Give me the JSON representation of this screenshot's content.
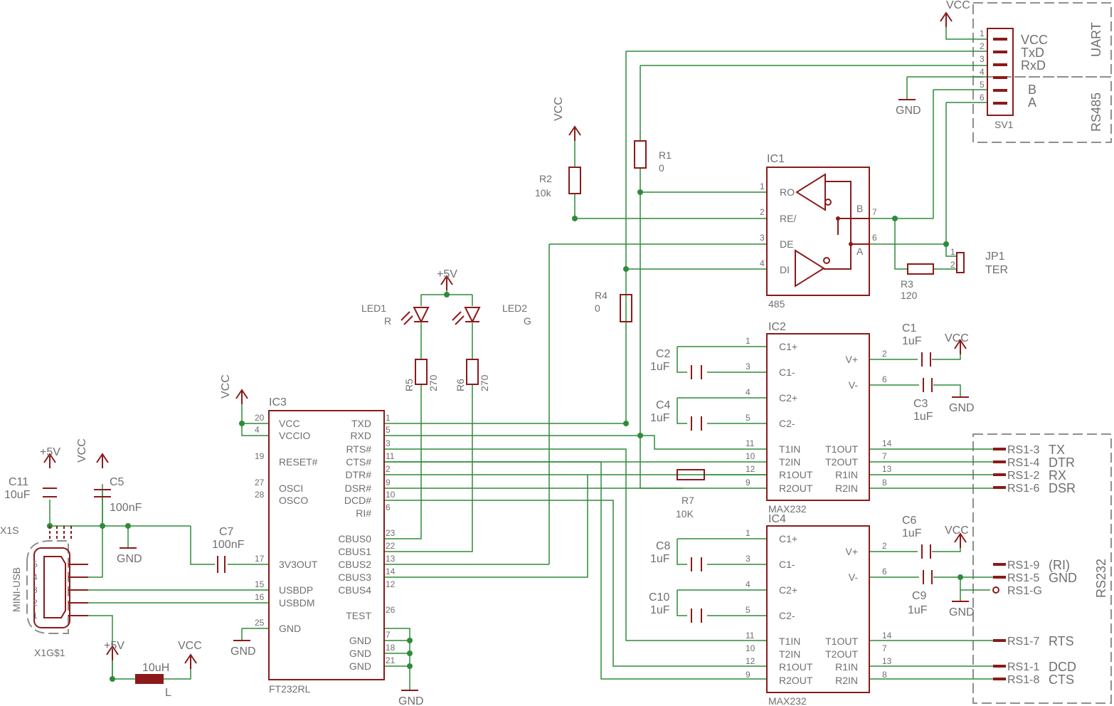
{
  "connector_x1": {
    "ref": "X1S",
    "name": "X1G$1",
    "type": "MINI-USB",
    "pins": [
      "5",
      "4",
      "3",
      "2",
      "1"
    ]
  },
  "ic3": {
    "ref": "IC3",
    "part": "FT232RL",
    "left_pins": [
      {
        "num": "20",
        "name": "VCC"
      },
      {
        "num": "4",
        "name": "VCCIO"
      },
      {
        "num": "19",
        "name": "RESET#"
      },
      {
        "num": "27",
        "name": "OSCI"
      },
      {
        "num": "28",
        "name": "OSCO"
      },
      {
        "num": "17",
        "name": "3V3OUT"
      },
      {
        "num": "15",
        "name": "USBDP"
      },
      {
        "num": "16",
        "name": "USBDM"
      },
      {
        "num": "25",
        "name": "GND"
      }
    ],
    "right_pins": [
      {
        "num": "1",
        "name": "TXD"
      },
      {
        "num": "5",
        "name": "RXD"
      },
      {
        "num": "3",
        "name": "RTS#"
      },
      {
        "num": "11",
        "name": "CTS#"
      },
      {
        "num": "2",
        "name": "DTR#"
      },
      {
        "num": "9",
        "name": "DSR#"
      },
      {
        "num": "10",
        "name": "DCD#"
      },
      {
        "num": "6",
        "name": "RI#"
      },
      {
        "num": "23",
        "name": "CBUS0"
      },
      {
        "num": "22",
        "name": "CBUS1"
      },
      {
        "num": "13",
        "name": "CBUS2"
      },
      {
        "num": "14",
        "name": "CBUS3"
      },
      {
        "num": "12",
        "name": "CBUS4"
      },
      {
        "num": "26",
        "name": "TEST"
      },
      {
        "num": "7",
        "name": "GND"
      },
      {
        "num": "18",
        "name": "GND"
      },
      {
        "num": "21",
        "name": "GND"
      }
    ]
  },
  "ic1": {
    "ref": "IC1",
    "part": "485",
    "pins": [
      {
        "num": "1",
        "name": "RO"
      },
      {
        "num": "2",
        "name": "RE/"
      },
      {
        "num": "3",
        "name": "DE"
      },
      {
        "num": "4",
        "name": "DI"
      },
      {
        "num": "7",
        "name": "B"
      },
      {
        "num": "6",
        "name": "A"
      }
    ]
  },
  "ic2": {
    "ref": "IC2",
    "part": "MAX232",
    "left_pins": [
      {
        "num": "1",
        "name": "C1+"
      },
      {
        "num": "3",
        "name": "C1-"
      },
      {
        "num": "4",
        "name": "C2+"
      },
      {
        "num": "5",
        "name": "C2-"
      },
      {
        "num": "11",
        "name": "T1IN"
      },
      {
        "num": "10",
        "name": "T2IN"
      },
      {
        "num": "12",
        "name": "R1OUT"
      },
      {
        "num": "9",
        "name": "R2OUT"
      }
    ],
    "right_pins": [
      {
        "num": "2",
        "name": "V+"
      },
      {
        "num": "6",
        "name": "V-"
      },
      {
        "num": "14",
        "name": "T1OUT"
      },
      {
        "num": "7",
        "name": "T2OUT"
      },
      {
        "num": "13",
        "name": "R1IN"
      },
      {
        "num": "8",
        "name": "R2IN"
      }
    ]
  },
  "ic4": {
    "ref": "IC4",
    "part": "MAX232",
    "left_pins": [
      {
        "num": "1",
        "name": "C1+"
      },
      {
        "num": "3",
        "name": "C1-"
      },
      {
        "num": "4",
        "name": "C2+"
      },
      {
        "num": "5",
        "name": "C2-"
      },
      {
        "num": "11",
        "name": "T1IN"
      },
      {
        "num": "10",
        "name": "T2IN"
      },
      {
        "num": "12",
        "name": "R1OUT"
      },
      {
        "num": "9",
        "name": "R2OUT"
      }
    ],
    "right_pins": [
      {
        "num": "2",
        "name": "V+"
      },
      {
        "num": "6",
        "name": "V-"
      },
      {
        "num": "14",
        "name": "T1OUT"
      },
      {
        "num": "7",
        "name": "T2OUT"
      },
      {
        "num": "13",
        "name": "R1IN"
      },
      {
        "num": "8",
        "name": "R2IN"
      }
    ]
  },
  "sv1": {
    "ref": "SV1",
    "pins": [
      "1",
      "2",
      "3",
      "4",
      "5",
      "6"
    ],
    "signals": [
      "VCC",
      "TxD",
      "RxD",
      "B",
      "A"
    ],
    "frame_labels": [
      "UART",
      "RS485"
    ]
  },
  "rs232": {
    "frame_label": "RS232",
    "upper": [
      {
        "pin": "RS1-3",
        "signal": "TX"
      },
      {
        "pin": "RS1-4",
        "signal": "DTR"
      },
      {
        "pin": "RS1-2",
        "signal": "RX"
      },
      {
        "pin": "RS1-6",
        "signal": "DSR"
      }
    ],
    "middle": [
      {
        "pin": "RS1-9",
        "signal": "(RI)"
      },
      {
        "pin": "RS1-5",
        "signal": "GND"
      },
      {
        "pin": "RS1-G",
        "signal": ""
      }
    ],
    "lower": [
      {
        "pin": "RS1-7",
        "signal": "RTS"
      },
      {
        "pin": "RS1-1",
        "signal": "DCD"
      },
      {
        "pin": "RS1-8",
        "signal": "CTS"
      }
    ]
  },
  "components": {
    "R1": {
      "ref": "R1",
      "value": "0"
    },
    "R2": {
      "ref": "R2",
      "value": "10k"
    },
    "R3": {
      "ref": "R3",
      "value": "120"
    },
    "R4": {
      "ref": "R4",
      "value": "0"
    },
    "R5": {
      "ref": "R5",
      "value": "270"
    },
    "R6": {
      "ref": "R6",
      "value": "270"
    },
    "R7": {
      "ref": "R7",
      "value": "10K"
    },
    "JP1": {
      "ref": "JP1",
      "value": "TER",
      "pins": [
        "1",
        "2"
      ]
    },
    "LED1": {
      "ref": "LED1",
      "value": "R"
    },
    "LED2": {
      "ref": "LED2",
      "value": "G"
    },
    "C1": {
      "ref": "C1",
      "value": "1uF"
    },
    "C2": {
      "ref": "C2",
      "value": "1uF"
    },
    "C3": {
      "ref": "C3",
      "value": "1uF"
    },
    "C4": {
      "ref": "C4",
      "value": "1uF"
    },
    "C5": {
      "ref": "C5",
      "value": "100nF"
    },
    "C6": {
      "ref": "C6",
      "value": "1uF"
    },
    "C7": {
      "ref": "C7",
      "value": "100nF"
    },
    "C8": {
      "ref": "C8",
      "value": "1uF"
    },
    "C9": {
      "ref": "C9",
      "value": "1uF"
    },
    "C10": {
      "ref": "C10",
      "value": "1uF"
    },
    "C11": {
      "ref": "C11",
      "value": "10uF"
    },
    "L": {
      "ref": "L",
      "value": "10uH"
    }
  },
  "supply": {
    "vcc": "VCC",
    "p5v": "+5V",
    "gnd": "GND"
  },
  "colors": {
    "wire": "#2e8b3a",
    "part": "#8b1a1a",
    "text": "#6f6f6f",
    "frame": "#8f8f8f"
  }
}
